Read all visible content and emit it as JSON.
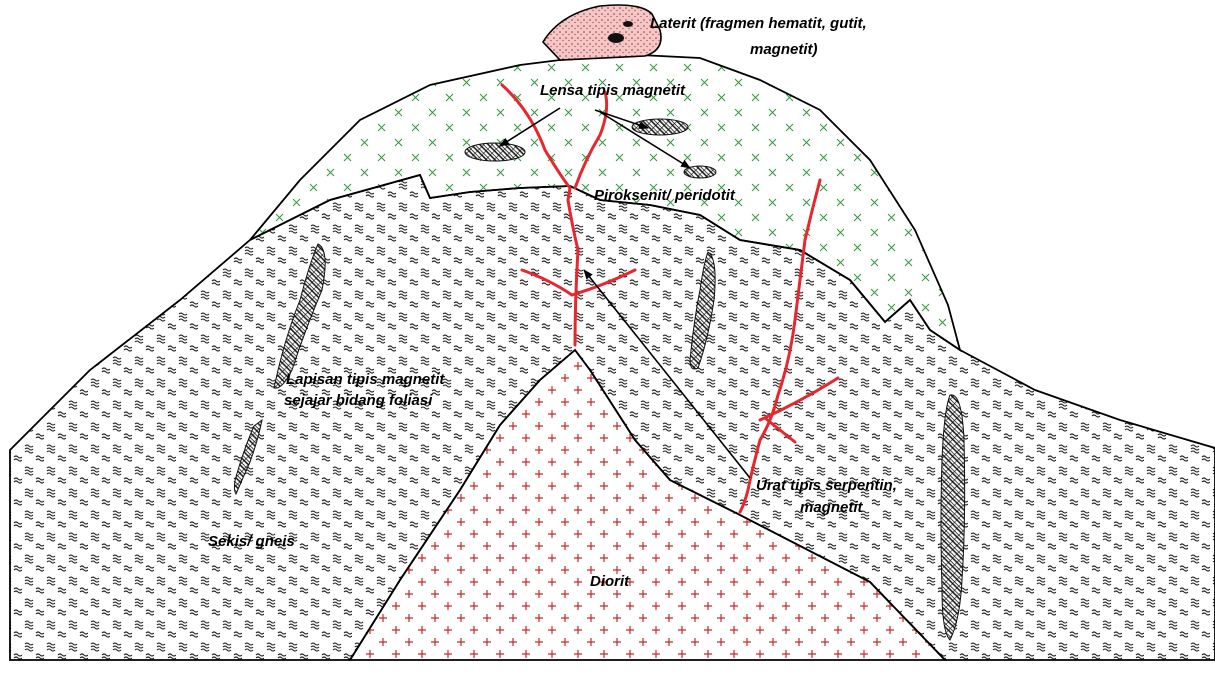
{
  "labels": {
    "laterit_line1": "Laterit (fragmen hematit, gutit,",
    "laterit_line2": "magnetit)",
    "lensa": "Lensa tipis magnetit",
    "piroksenit": "Piroksenit/ peridotit",
    "lapisan_line1": "Lapisan tipis magnetit",
    "lapisan_line2": "sejajar bidang foliasi",
    "urat_line1": "Urat tipis serpentin,",
    "urat_line2": "magnetit",
    "sekis": "Sekis/ gneis",
    "diorit": "Diorit"
  },
  "colors": {
    "outline": "#000000",
    "vein": "#e8262e",
    "diorite_cross": "#c42a2a",
    "ultramafic_x": "#2e9a3a",
    "laterite_fill": "#f1c7c7",
    "laterite_dot": "#b52a2a",
    "magnetite": "#111111"
  }
}
